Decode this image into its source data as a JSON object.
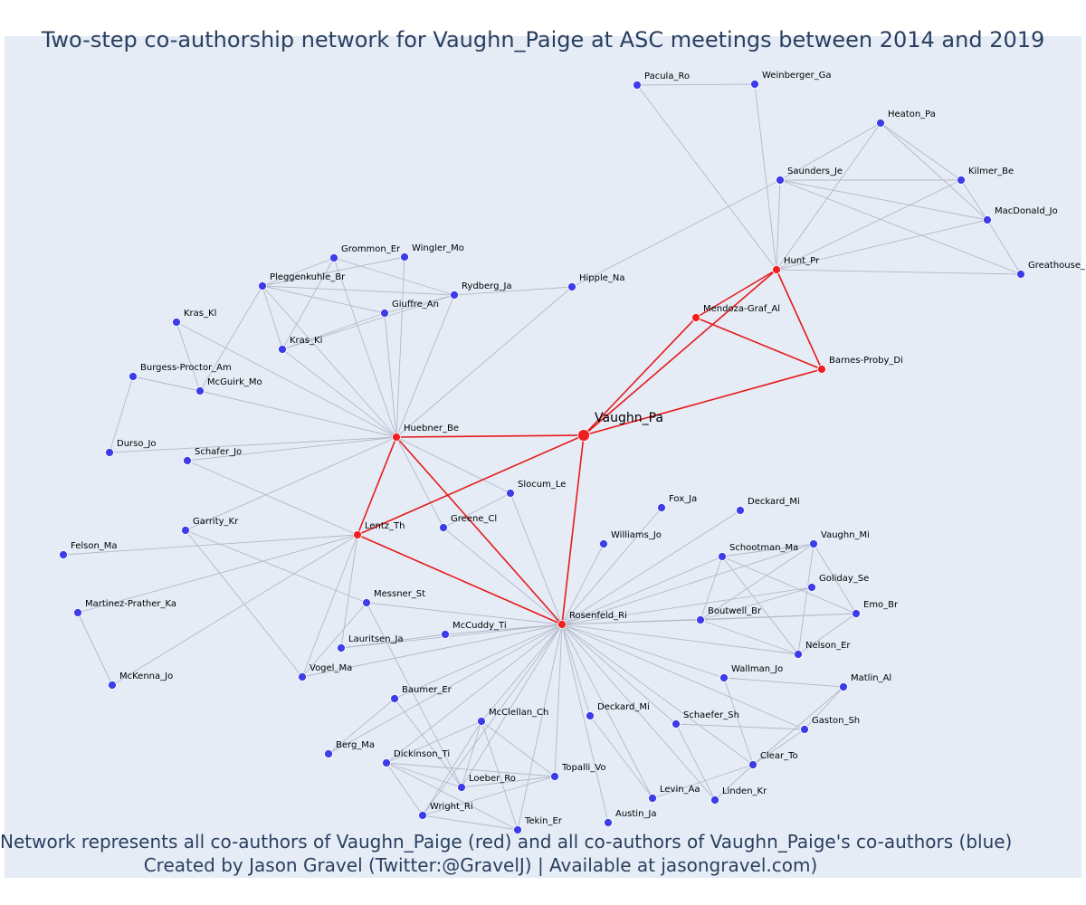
{
  "title": "Two-step co-authorship network for Vaughn_Paige at ASC meetings between 2014 and 2019",
  "footer_line1": "Network represents all co-authors of Vaughn_Paige (red) and all co-authors of Vaughn_Paige's co-authors (blue)",
  "footer_line2": "Created by Jason Gravel (Twitter:@GravelJ) | Available at jasongravel.com)",
  "colors": {
    "background": "#e5ecf6",
    "red": "#ef2020",
    "blue": "#3c3ce8",
    "edge_gray": "#b4b8c8",
    "edge_red": "#e61a1a",
    "title": "#2a3f5f"
  },
  "nodes": [
    {
      "id": "Vaughn_Pa",
      "label": "Vaughn_Pa",
      "group": "center"
    },
    {
      "id": "Hunt_Pr",
      "label": "Hunt_Pr",
      "group": "red"
    },
    {
      "id": "Mendoza-Graf_Al",
      "label": "Mendoza-Graf_Al",
      "group": "red"
    },
    {
      "id": "Barnes-Proby_Di",
      "label": "Barnes-Proby_Di",
      "group": "red"
    },
    {
      "id": "Huebner_Be",
      "label": "Huebner_Be",
      "group": "red"
    },
    {
      "id": "Lentz_Th",
      "label": "Lentz_Th",
      "group": "red"
    },
    {
      "id": "Rosenfeld_Ri",
      "label": "Rosenfeld_Ri",
      "group": "red"
    },
    {
      "id": "Pacula_Ro",
      "label": "Pacula_Ro",
      "group": "blue"
    },
    {
      "id": "Weinberger_Ga",
      "label": "Weinberger_Ga",
      "group": "blue"
    },
    {
      "id": "Heaton_Pa",
      "label": "Heaton_Pa",
      "group": "blue"
    },
    {
      "id": "Saunders_Je",
      "label": "Saunders_Je",
      "group": "blue"
    },
    {
      "id": "Kilmer_Be",
      "label": "Kilmer_Be",
      "group": "blue"
    },
    {
      "id": "MacDonald_Jo",
      "label": "MacDonald_Jo",
      "group": "blue"
    },
    {
      "id": "Greathouse_",
      "label": "Greathouse_",
      "group": "blue"
    },
    {
      "id": "Hipple_Na",
      "label": "Hipple_Na",
      "group": "blue"
    },
    {
      "id": "Grommon_Er",
      "label": "Grommon_Er",
      "group": "blue"
    },
    {
      "id": "Wingler_Mo",
      "label": "Wingler_Mo",
      "group": "blue"
    },
    {
      "id": "Pleggenkuhle_Br",
      "label": "Pleggenkuhle_Br",
      "group": "blue"
    },
    {
      "id": "Rydberg_Ja",
      "label": "Rydberg_Ja",
      "group": "blue"
    },
    {
      "id": "Giuffre_An",
      "label": "Giuffre_An",
      "group": "blue"
    },
    {
      "id": "Kras_Kl",
      "label": "Kras_Kl",
      "group": "blue"
    },
    {
      "id": "Kras_Ki",
      "label": "Kras_Ki",
      "group": "blue"
    },
    {
      "id": "Burgess-Proctor_Am",
      "label": "Burgess-Proctor_Am",
      "group": "blue"
    },
    {
      "id": "McGuirk_Mo",
      "label": "McGuirk_Mo",
      "group": "blue"
    },
    {
      "id": "Durso_Jo",
      "label": "Durso_Jo",
      "group": "blue"
    },
    {
      "id": "Schafer_Jo",
      "label": "Schafer_Jo",
      "group": "blue"
    },
    {
      "id": "Slocum_Le",
      "label": "Slocum_Le",
      "group": "blue"
    },
    {
      "id": "Greene_Cl",
      "label": "Greene_Cl",
      "group": "blue"
    },
    {
      "id": "Garrity_Kr",
      "label": "Garrity_Kr",
      "group": "blue"
    },
    {
      "id": "Felson_Ma",
      "label": "Felson_Ma",
      "group": "blue"
    },
    {
      "id": "Martinez-Prather_Ka",
      "label": "Martinez-Prather_Ka",
      "group": "blue"
    },
    {
      "id": "McKenna_Jo",
      "label": "McKenna_Jo",
      "group": "blue"
    },
    {
      "id": "Messner_St",
      "label": "Messner_St",
      "group": "blue"
    },
    {
      "id": "Lauritsen_Ja",
      "label": "Lauritsen_Ja",
      "group": "blue"
    },
    {
      "id": "McCuddy_Ti",
      "label": "McCuddy_Ti",
      "group": "blue"
    },
    {
      "id": "Vogel_Ma",
      "label": "Vogel_Ma",
      "group": "blue"
    },
    {
      "id": "Fox_Ja",
      "label": "Fox_Ja",
      "group": "blue"
    },
    {
      "id": "Deckard_Mi_top",
      "label": "Deckard_Mi",
      "group": "blue"
    },
    {
      "id": "Williams_Jo",
      "label": "Williams_Jo",
      "group": "blue"
    },
    {
      "id": "Schootman_Ma",
      "label": "Schootman_Ma",
      "group": "blue"
    },
    {
      "id": "Vaughn_Mi",
      "label": "Vaughn_Mi",
      "group": "blue"
    },
    {
      "id": "Goliday_Se",
      "label": "Goliday_Se",
      "group": "blue"
    },
    {
      "id": "Emo_Br",
      "label": "Emo_Br",
      "group": "blue"
    },
    {
      "id": "Boutwell_Br",
      "label": "Boutwell_Br",
      "group": "blue"
    },
    {
      "id": "Nelson_Er",
      "label": "Nelson_Er",
      "group": "blue"
    },
    {
      "id": "Wallman_Jo",
      "label": "Wallman_Jo",
      "group": "blue"
    },
    {
      "id": "Matlin_Al",
      "label": "Matlin_Al",
      "group": "blue"
    },
    {
      "id": "Baumer_Er",
      "label": "Baumer_Er",
      "group": "blue"
    },
    {
      "id": "McClellan_Ch",
      "label": "McClellan_Ch",
      "group": "blue"
    },
    {
      "id": "Deckard_Mi_low",
      "label": "Deckard_Mi",
      "group": "blue"
    },
    {
      "id": "Schaefer_Sh",
      "label": "Schaefer_Sh",
      "group": "blue"
    },
    {
      "id": "Gaston_Sh",
      "label": "Gaston_Sh",
      "group": "blue"
    },
    {
      "id": "Berg_Ma",
      "label": "Berg_Ma",
      "group": "blue"
    },
    {
      "id": "Dickinson_Ti",
      "label": "Dickinson_Ti",
      "group": "blue"
    },
    {
      "id": "Topalli_Vo",
      "label": "Topalli_Vo",
      "group": "blue"
    },
    {
      "id": "Clear_To",
      "label": "Clear_To",
      "group": "blue"
    },
    {
      "id": "Loeber_Ro",
      "label": "Loeber_Ro",
      "group": "blue"
    },
    {
      "id": "Levin_Aa",
      "label": "Levin_Aa",
      "group": "blue"
    },
    {
      "id": "Linden_Kr",
      "label": "Linden_Kr",
      "group": "blue"
    },
    {
      "id": "Wright_Ri",
      "label": "Wright_Ri",
      "group": "blue"
    },
    {
      "id": "Austin_Ja",
      "label": "Austin_Ja",
      "group": "blue"
    },
    {
      "id": "Tekin_Er",
      "label": "Tekin_Er",
      "group": "blue"
    }
  ],
  "edges": [
    [
      "Vaughn_Pa",
      "Hunt_Pr"
    ],
    [
      "Vaughn_Pa",
      "Mendoza-Graf_Al"
    ],
    [
      "Vaughn_Pa",
      "Barnes-Proby_Di"
    ],
    [
      "Vaughn_Pa",
      "Huebner_Be"
    ],
    [
      "Vaughn_Pa",
      "Lentz_Th"
    ],
    [
      "Vaughn_Pa",
      "Rosenfeld_Ri"
    ],
    [
      "Hunt_Pr",
      "Mendoza-Graf_Al"
    ],
    [
      "Hunt_Pr",
      "Barnes-Proby_Di"
    ],
    [
      "Mendoza-Graf_Al",
      "Barnes-Proby_Di"
    ],
    [
      "Huebner_Be",
      "Lentz_Th"
    ],
    [
      "Huebner_Be",
      "Rosenfeld_Ri"
    ],
    [
      "Lentz_Th",
      "Rosenfeld_Ri"
    ],
    [
      "Pacula_Ro",
      "Weinberger_Ga"
    ],
    [
      "Pacula_Ro",
      "Hunt_Pr"
    ],
    [
      "Weinberger_Ga",
      "Hunt_Pr"
    ],
    [
      "Heaton_Pa",
      "Saunders_Je"
    ],
    [
      "Heaton_Pa",
      "Kilmer_Be"
    ],
    [
      "Heaton_Pa",
      "MacDonald_Jo"
    ],
    [
      "Heaton_Pa",
      "Hunt_Pr"
    ],
    [
      "Saunders_Je",
      "Kilmer_Be"
    ],
    [
      "Saunders_Je",
      "MacDonald_Jo"
    ],
    [
      "Saunders_Je",
      "Greathouse_"
    ],
    [
      "Saunders_Je",
      "Hunt_Pr"
    ],
    [
      "Saunders_Je",
      "Hipple_Na"
    ],
    [
      "Kilmer_Be",
      "MacDonald_Jo"
    ],
    [
      "Kilmer_Be",
      "Hunt_Pr"
    ],
    [
      "MacDonald_Jo",
      "Hunt_Pr"
    ],
    [
      "MacDonald_Jo",
      "Greathouse_"
    ],
    [
      "Greathouse_",
      "Hunt_Pr"
    ],
    [
      "Hipple_Na",
      "Rydberg_Ja"
    ],
    [
      "Hipple_Na",
      "Huebner_Be"
    ],
    [
      "Grommon_Er",
      "Pleggenkuhle_Br"
    ],
    [
      "Grommon_Er",
      "Rydberg_Ja"
    ],
    [
      "Grommon_Er",
      "Kras_Ki"
    ],
    [
      "Grommon_Er",
      "Huebner_Be"
    ],
    [
      "Wingler_Mo",
      "Pleggenkuhle_Br"
    ],
    [
      "Wingler_Mo",
      "Huebner_Be"
    ],
    [
      "Pleggenkuhle_Br",
      "Rydberg_Ja"
    ],
    [
      "Pleggenkuhle_Br",
      "Giuffre_An"
    ],
    [
      "Pleggenkuhle_Br",
      "Kras_Ki"
    ],
    [
      "Pleggenkuhle_Br",
      "McGuirk_Mo"
    ],
    [
      "Pleggenkuhle_Br",
      "Huebner_Be"
    ],
    [
      "Rydberg_Ja",
      "Giuffre_An"
    ],
    [
      "Rydberg_Ja",
      "Kras_Ki"
    ],
    [
      "Rydberg_Ja",
      "Huebner_Be"
    ],
    [
      "Giuffre_An",
      "Kras_Ki"
    ],
    [
      "Giuffre_An",
      "Huebner_Be"
    ],
    [
      "Kras_Kl",
      "McGuirk_Mo"
    ],
    [
      "Kras_Kl",
      "Huebner_Be"
    ],
    [
      "Kras_Ki",
      "Huebner_Be"
    ],
    [
      "Burgess-Proctor_Am",
      "McGuirk_Mo"
    ],
    [
      "Burgess-Proctor_Am",
      "Durso_Jo"
    ],
    [
      "McGuirk_Mo",
      "Huebner_Be"
    ],
    [
      "Durso_Jo",
      "Huebner_Be"
    ],
    [
      "Schafer_Jo",
      "Huebner_Be"
    ],
    [
      "Schafer_Jo",
      "Lentz_Th"
    ],
    [
      "Huebner_Be",
      "Slocum_Le"
    ],
    [
      "Huebner_Be",
      "Greene_Cl"
    ],
    [
      "Huebner_Be",
      "Garrity_Kr"
    ],
    [
      "Slocum_Le",
      "Greene_Cl"
    ],
    [
      "Slocum_Le",
      "Rosenfeld_Ri"
    ],
    [
      "Greene_Cl",
      "Rosenfeld_Ri"
    ],
    [
      "Garrity_Kr",
      "Vogel_Ma"
    ],
    [
      "Garrity_Kr",
      "Messner_St"
    ],
    [
      "Felson_Ma",
      "Lentz_Th"
    ],
    [
      "Martinez-Prather_Ka",
      "Lentz_Th"
    ],
    [
      "Martinez-Prather_Ka",
      "McKenna_Jo"
    ],
    [
      "McKenna_Jo",
      "Lentz_Th"
    ],
    [
      "Lentz_Th",
      "Vogel_Ma"
    ],
    [
      "Lentz_Th",
      "Lauritsen_Ja"
    ],
    [
      "Messner_St",
      "Rosenfeld_Ri"
    ],
    [
      "Messner_St",
      "Vogel_Ma"
    ],
    [
      "Messner_St",
      "Loeber_Ro"
    ],
    [
      "Lauritsen_Ja",
      "Rosenfeld_Ri"
    ],
    [
      "McCuddy_Ti",
      "Rosenfeld_Ri"
    ],
    [
      "McCuddy_Ti",
      "Lauritsen_Ja"
    ],
    [
      "Vogel_Ma",
      "Rosenfeld_Ri"
    ],
    [
      "Fox_Ja",
      "Rosenfeld_Ri"
    ],
    [
      "Deckard_Mi_top",
      "Rosenfeld_Ri"
    ],
    [
      "Williams_Jo",
      "Rosenfeld_Ri"
    ],
    [
      "Schootman_Ma",
      "Rosenfeld_Ri"
    ],
    [
      "Schootman_Ma",
      "Vaughn_Mi"
    ],
    [
      "Schootman_Ma",
      "Boutwell_Br"
    ],
    [
      "Schootman_Ma",
      "Nelson_Er"
    ],
    [
      "Schootman_Ma",
      "Emo_Br"
    ],
    [
      "Vaughn_Mi",
      "Rosenfeld_Ri"
    ],
    [
      "Vaughn_Mi",
      "Emo_Br"
    ],
    [
      "Vaughn_Mi",
      "Nelson_Er"
    ],
    [
      "Vaughn_Mi",
      "Boutwell_Br"
    ],
    [
      "Goliday_Se",
      "Rosenfeld_Ri"
    ],
    [
      "Goliday_Se",
      "Boutwell_Br"
    ],
    [
      "Emo_Br",
      "Rosenfeld_Ri"
    ],
    [
      "Emo_Br",
      "Nelson_Er"
    ],
    [
      "Emo_Br",
      "Boutwell_Br"
    ],
    [
      "Boutwell_Br",
      "Rosenfeld_Ri"
    ],
    [
      "Boutwell_Br",
      "Nelson_Er"
    ],
    [
      "Nelson_Er",
      "Rosenfeld_Ri"
    ],
    [
      "Wallman_Jo",
      "Rosenfeld_Ri"
    ],
    [
      "Wallman_Jo",
      "Matlin_Al"
    ],
    [
      "Wallman_Jo",
      "Clear_To"
    ],
    [
      "Matlin_Al",
      "Gaston_Sh"
    ],
    [
      "Matlin_Al",
      "Clear_To"
    ],
    [
      "Baumer_Er",
      "Rosenfeld_Ri"
    ],
    [
      "Baumer_Er",
      "Berg_Ma"
    ],
    [
      "Baumer_Er",
      "Loeber_Ro"
    ],
    [
      "McClellan_Ch",
      "Rosenfeld_Ri"
    ],
    [
      "McClellan_Ch",
      "Dickinson_Ti"
    ],
    [
      "McClellan_Ch",
      "Wright_Ri"
    ],
    [
      "McClellan_Ch",
      "Tekin_Er"
    ],
    [
      "McClellan_Ch",
      "Topalli_Vo"
    ],
    [
      "McClellan_Ch",
      "Loeber_Ro"
    ],
    [
      "Deckard_Mi_low",
      "Rosenfeld_Ri"
    ],
    [
      "Deckard_Mi_low",
      "Levin_Aa"
    ],
    [
      "Schaefer_Sh",
      "Rosenfeld_Ri"
    ],
    [
      "Schaefer_Sh",
      "Gaston_Sh"
    ],
    [
      "Schaefer_Sh",
      "Linden_Kr"
    ],
    [
      "Gaston_Sh",
      "Rosenfeld_Ri"
    ],
    [
      "Gaston_Sh",
      "Clear_To"
    ],
    [
      "Berg_Ma",
      "Rosenfeld_Ri"
    ],
    [
      "Dickinson_Ti",
      "Rosenfeld_Ri"
    ],
    [
      "Dickinson_Ti",
      "Topalli_Vo"
    ],
    [
      "Dickinson_Ti",
      "Loeber_Ro"
    ],
    [
      "Dickinson_Ti",
      "Wright_Ri"
    ],
    [
      "Dickinson_Ti",
      "Tekin_Er"
    ],
    [
      "Topalli_Vo",
      "Rosenfeld_Ri"
    ],
    [
      "Topalli_Vo",
      "Wright_Ri"
    ],
    [
      "Topalli_Vo",
      "Loeber_Ro"
    ],
    [
      "Clear_To",
      "Rosenfeld_Ri"
    ],
    [
      "Clear_To",
      "Levin_Aa"
    ],
    [
      "Clear_To",
      "Linden_Kr"
    ],
    [
      "Loeber_Ro",
      "Rosenfeld_Ri"
    ],
    [
      "Levin_Aa",
      "Rosenfeld_Ri"
    ],
    [
      "Linden_Kr",
      "Rosenfeld_Ri"
    ],
    [
      "Wright_Ri",
      "Rosenfeld_Ri"
    ],
    [
      "Wright_Ri",
      "Tekin_Er"
    ],
    [
      "Austin_Ja",
      "Rosenfeld_Ri"
    ],
    [
      "Tekin_Er",
      "Rosenfeld_Ri"
    ]
  ]
}
